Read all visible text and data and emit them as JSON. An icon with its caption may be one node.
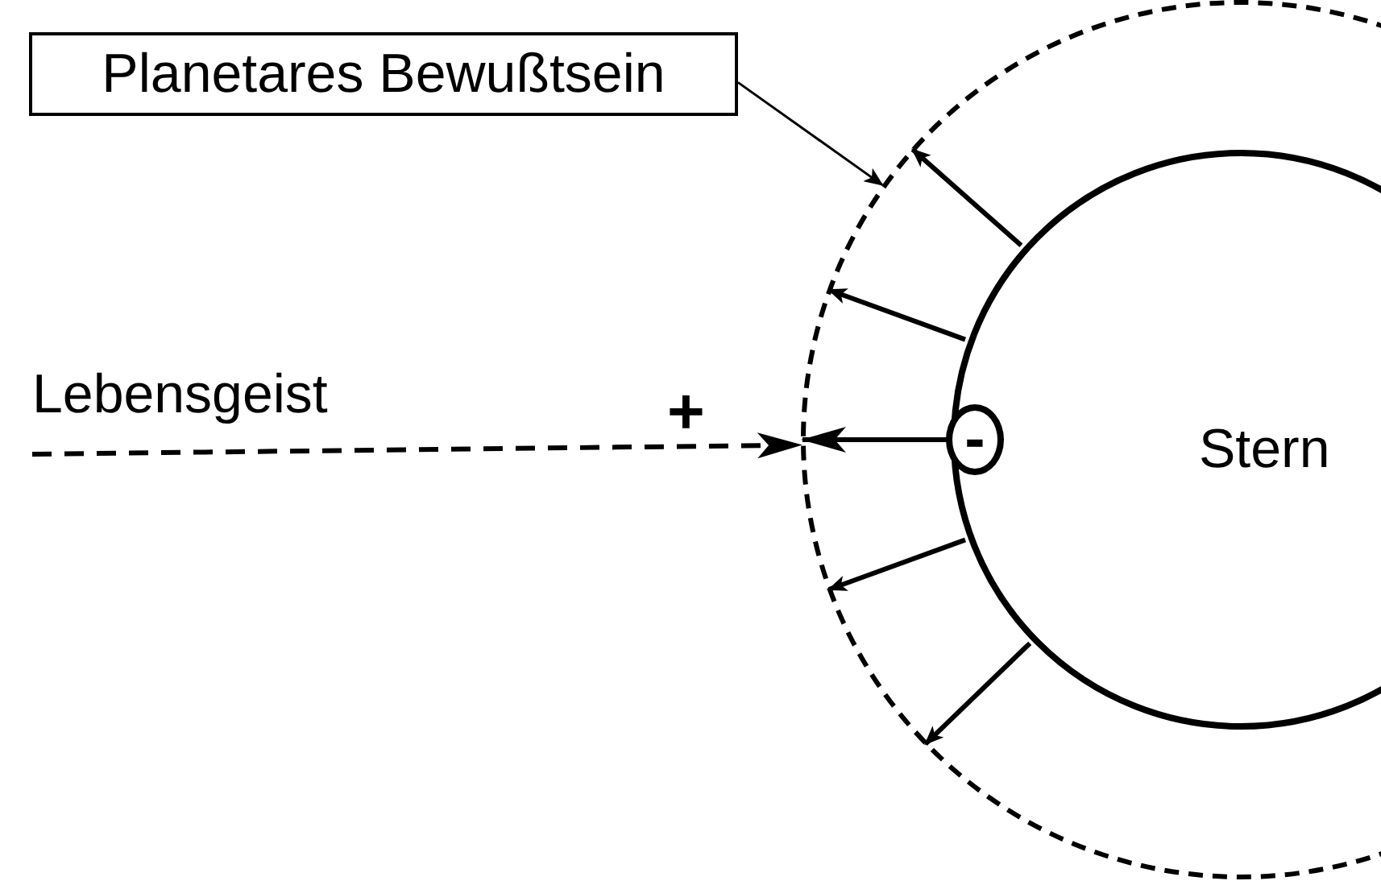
{
  "diagram": {
    "nodes": [
      {
        "text": [
          "Planetares Bewußtsein"
        ]
      },
      {
        "text": [],
        "shape": "circle"
      },
      {
        "text": [
          "Stern"
        ],
        "in": 1
      },
      {
        "text": [
          "Lebensgeist"
        ]
      }
    ],
    "edges": [
      {
        "from": 0,
        "to": 1,
        "arrow": "to"
      },
      {
        "from": 3,
        "to": 1,
        "arrow": "to",
        "style": "dashed"
      },
      {
        "from": 2,
        "to": 1,
        "arrow": "to"
      },
      {
        "from": 2,
        "to": 1,
        "arrow": "to"
      },
      {
        "from": 2,
        "to": 1,
        "arrow": "to"
      },
      {
        "from": 2,
        "to": 1,
        "arrow": "to"
      },
      {
        "from": 2,
        "to": 1,
        "arrow": "to"
      }
    ],
    "labels": [
      "+",
      "-"
    ]
  }
}
